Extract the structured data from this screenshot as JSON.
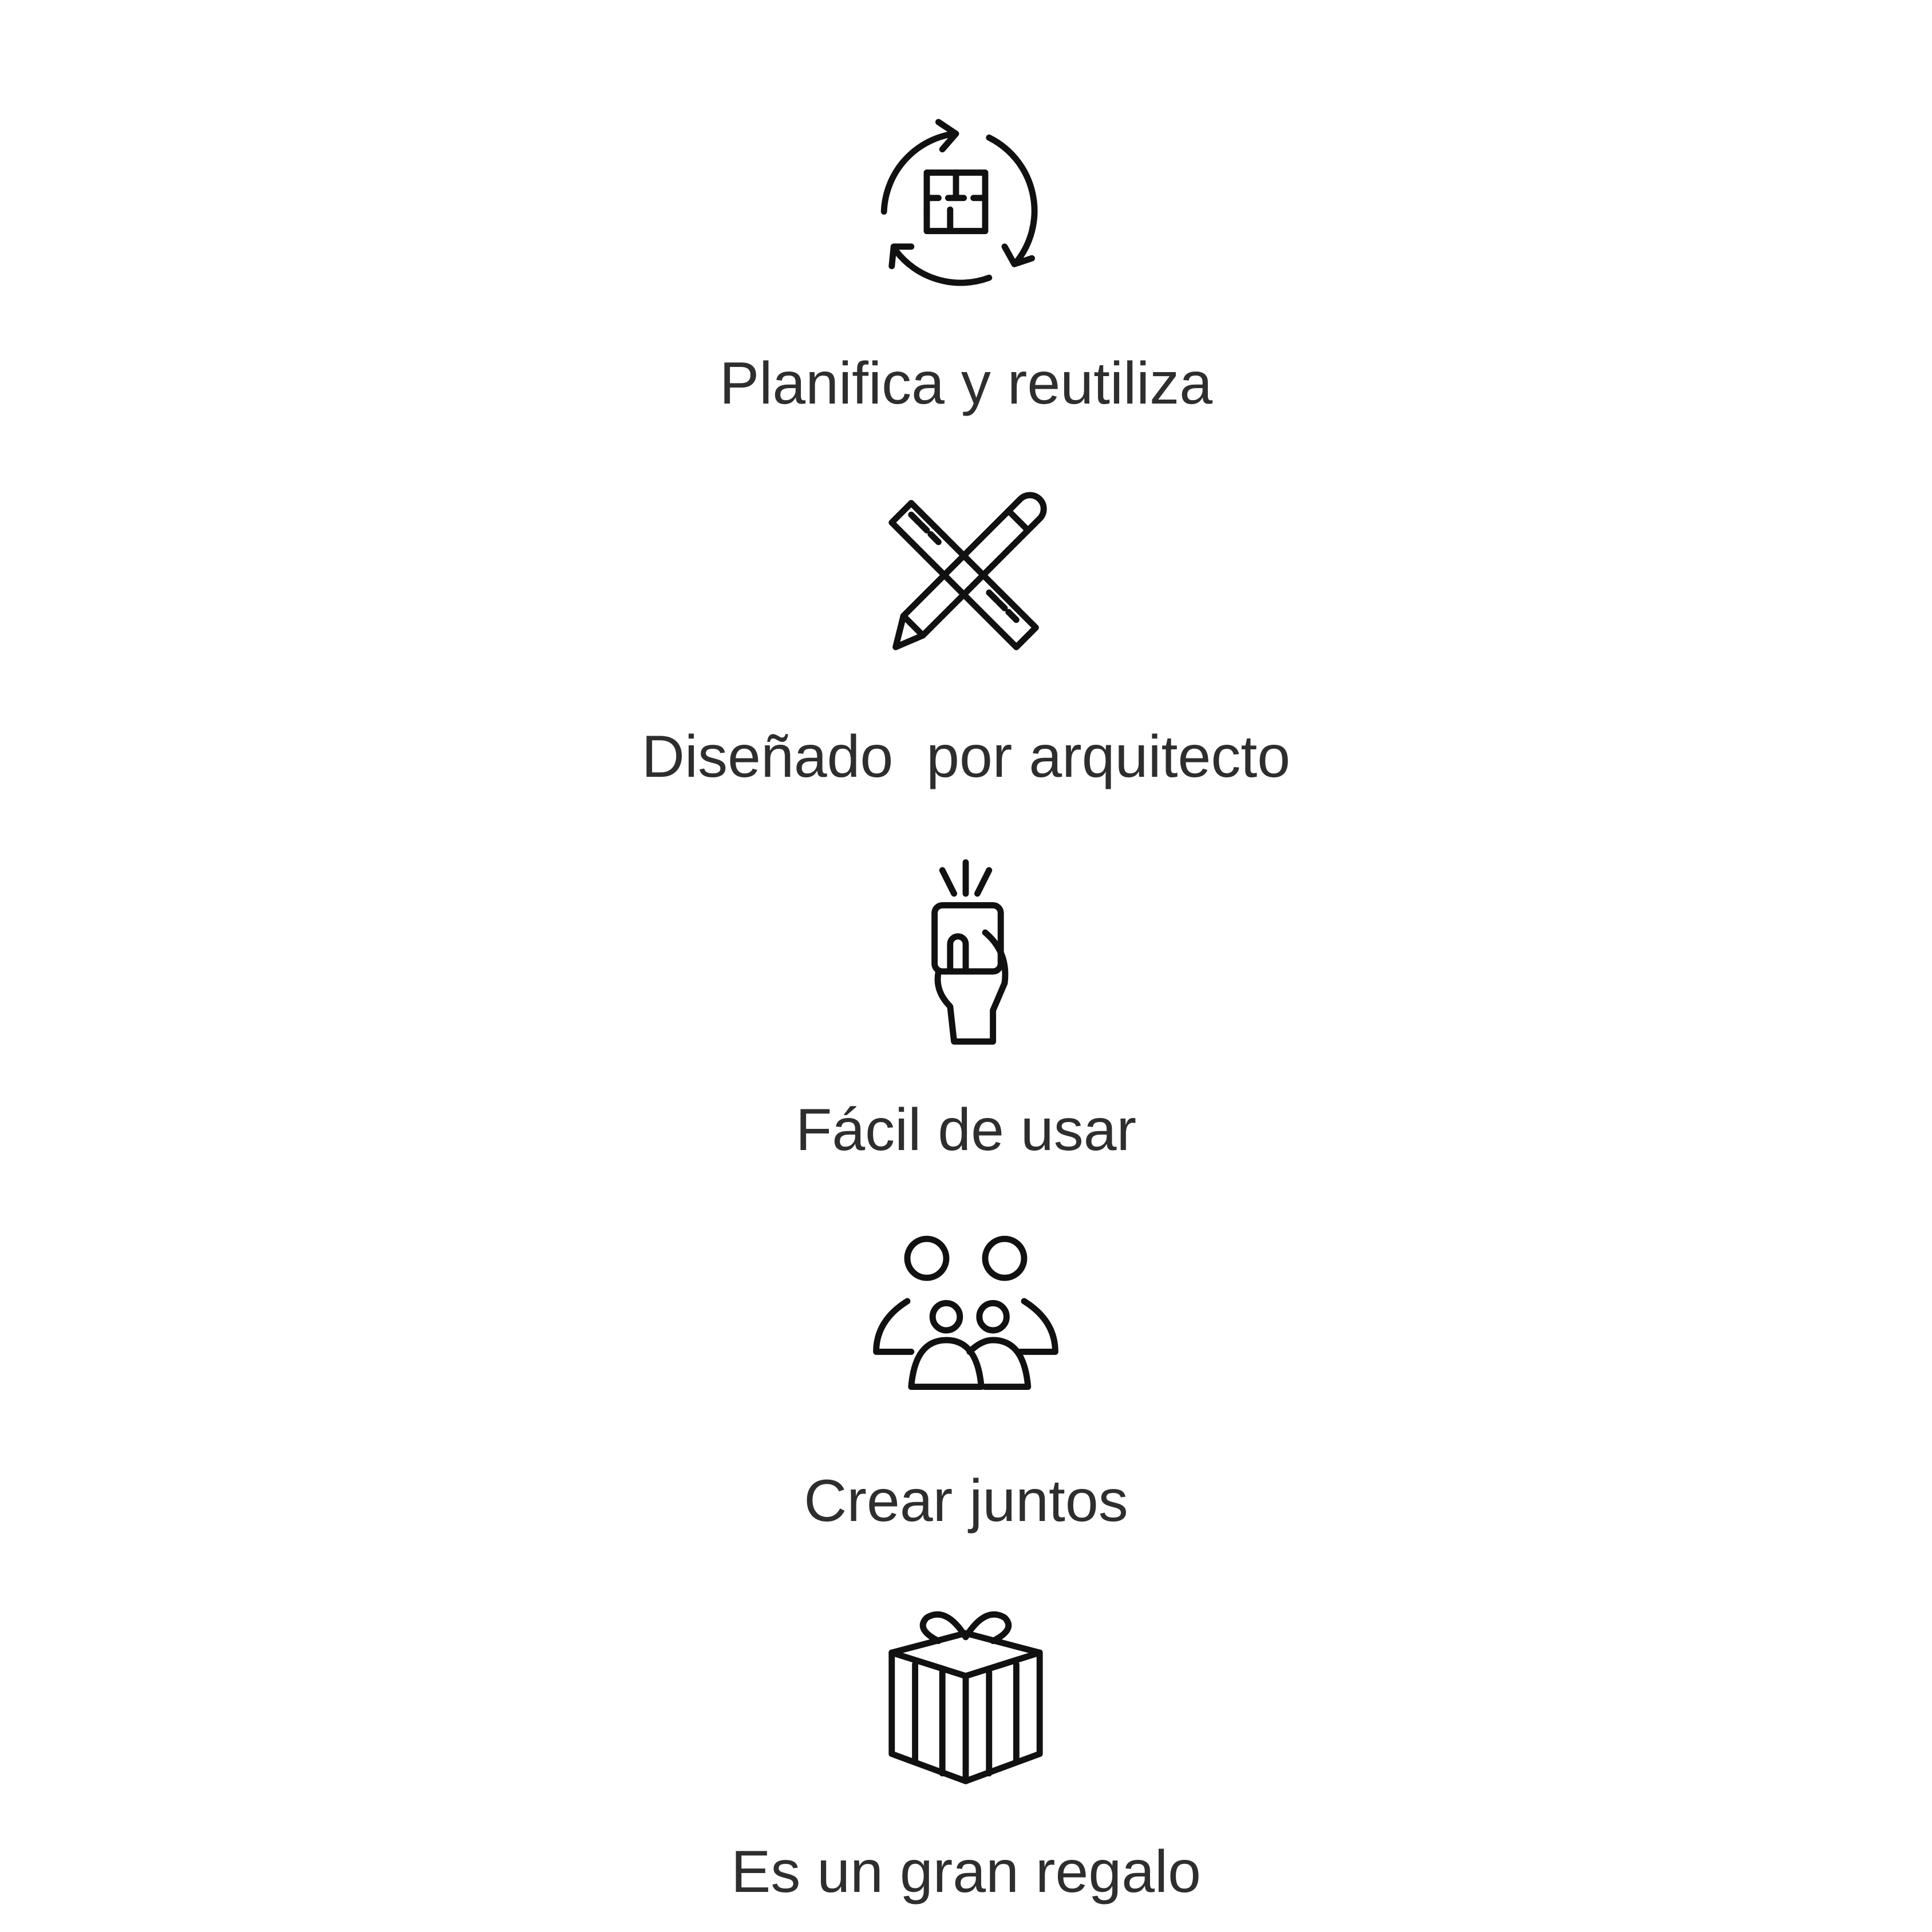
{
  "features": [
    {
      "icon": "cycle-floorplan-icon",
      "label": "Planifica y reutiliza"
    },
    {
      "icon": "ruler-pencil-icon",
      "label": "Diseñado  por arquitecto"
    },
    {
      "icon": "hand-holding-card-icon",
      "label": "Fácil de usar"
    },
    {
      "icon": "family-group-icon",
      "label": "Crear juntos"
    },
    {
      "icon": "gift-box-icon",
      "label": "Es un gran regalo"
    }
  ]
}
